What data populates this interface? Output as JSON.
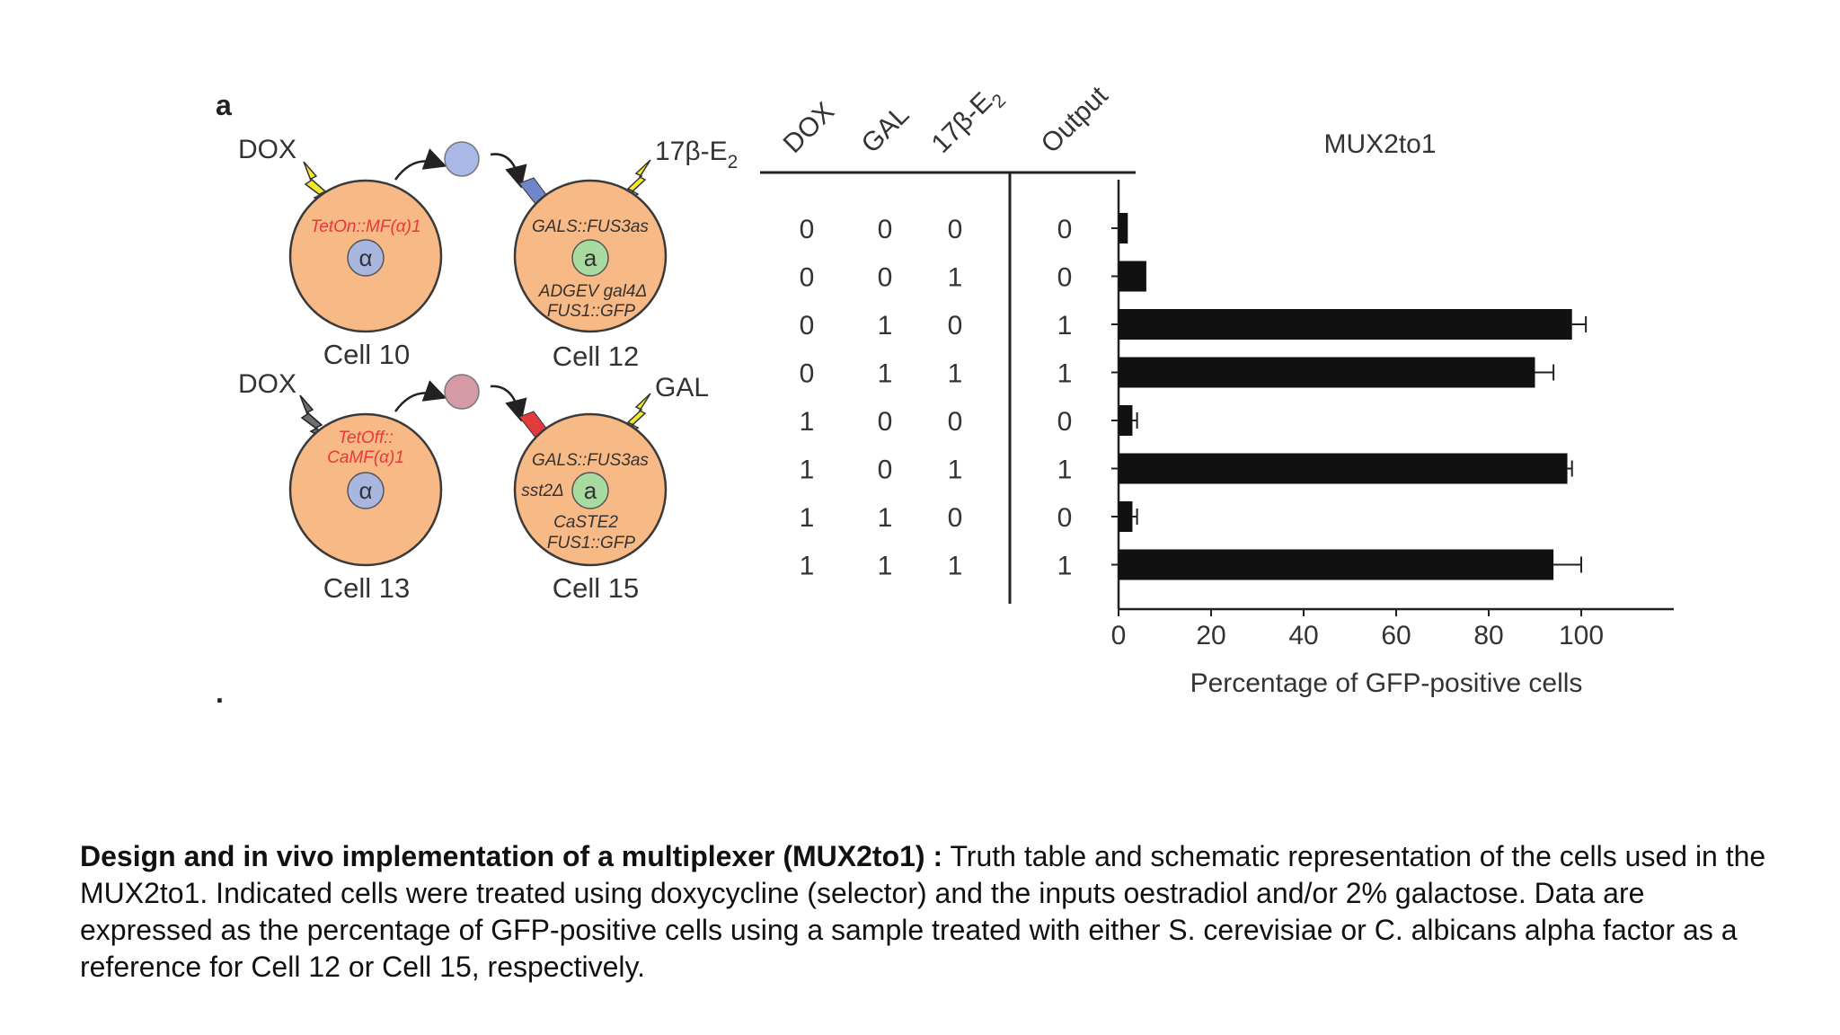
{
  "panel_label": "a",
  "diagram": {
    "top_row": {
      "left_inducer": "DOX",
      "right_inducer_base": "17β-E",
      "right_inducer_sub": "2",
      "left_cell": {
        "label": "Cell 10",
        "gene_line1": "TetOn::MF(α)1",
        "gene_line2": "",
        "nucleus": "α"
      },
      "right_cell": {
        "label": "Cell 12",
        "gene_top": "GALS::FUS3as",
        "nucleus": "a",
        "gene_b1": "ADGEV gal4Δ",
        "gene_b2": "FUS1::GFP",
        "side": ""
      }
    },
    "bottom_row": {
      "left_inducer": "DOX",
      "right_inducer": "GAL",
      "left_cell": {
        "label": "Cell 13",
        "gene_line1": "TetOff::",
        "gene_line2": "CaMF(α)1",
        "nucleus": "α"
      },
      "right_cell": {
        "label": "Cell 15",
        "gene_top": "GALS::FUS3as",
        "nucleus": "a",
        "gene_b1": "CaSTE2",
        "gene_b2": "FUS1::GFP",
        "side": "sst2Δ"
      }
    },
    "colors": {
      "cell_fill": "#f7b985",
      "cell_stroke": "#3a3a3a",
      "alpha_nucleus": "#a9b6e0",
      "a_nucleus": "#a8dba0",
      "red_text": "#e8383b",
      "bolt": "#f4ea2c",
      "bolt_dark": "#6d6d6d",
      "signal_top": "#a9b8e6",
      "signal_bottom": "#d69aa6",
      "receptor_top": "#6f86c9",
      "receptor_bottom": "#e23b3b"
    }
  },
  "truth_table": {
    "headers": [
      "DOX",
      "GAL",
      "17β-E",
      "Output"
    ],
    "header_sub": "2",
    "rows": [
      [
        "0",
        "0",
        "0",
        "0"
      ],
      [
        "0",
        "0",
        "1",
        "0"
      ],
      [
        "0",
        "1",
        "0",
        "1"
      ],
      [
        "0",
        "1",
        "1",
        "1"
      ],
      [
        "1",
        "0",
        "0",
        "0"
      ],
      [
        "1",
        "0",
        "1",
        "1"
      ],
      [
        "1",
        "1",
        "0",
        "0"
      ],
      [
        "1",
        "1",
        "1",
        "1"
      ]
    ]
  },
  "chart_data": {
    "type": "bar",
    "orientation": "horizontal",
    "title": "MUX2to1",
    "xlabel": "Percentage of GFP-positive cells",
    "xlim": [
      0,
      120
    ],
    "xticks": [
      0,
      20,
      40,
      60,
      80,
      100
    ],
    "values": [
      2,
      6,
      98,
      90,
      3,
      97,
      3,
      94
    ],
    "errors": [
      0,
      0,
      3,
      4,
      1,
      1,
      1,
      6
    ],
    "color": "#111111"
  },
  "stray_mark": ".",
  "caption": {
    "bold": "Design and in vivo implementation of a multiplexer (MUX2to1) :",
    "text": "  Truth table and schematic representation of the cells used in the MUX2to1. Indicated cells were treated using doxycycline (selector) and the inputs oestradiol and/or 2% galactose. Data are expressed as the percentage of GFP-positive cells using a sample treated with either S. cerevisiae or C. albicans alpha factor as a reference for Cell 12 or Cell 15, respectively."
  }
}
